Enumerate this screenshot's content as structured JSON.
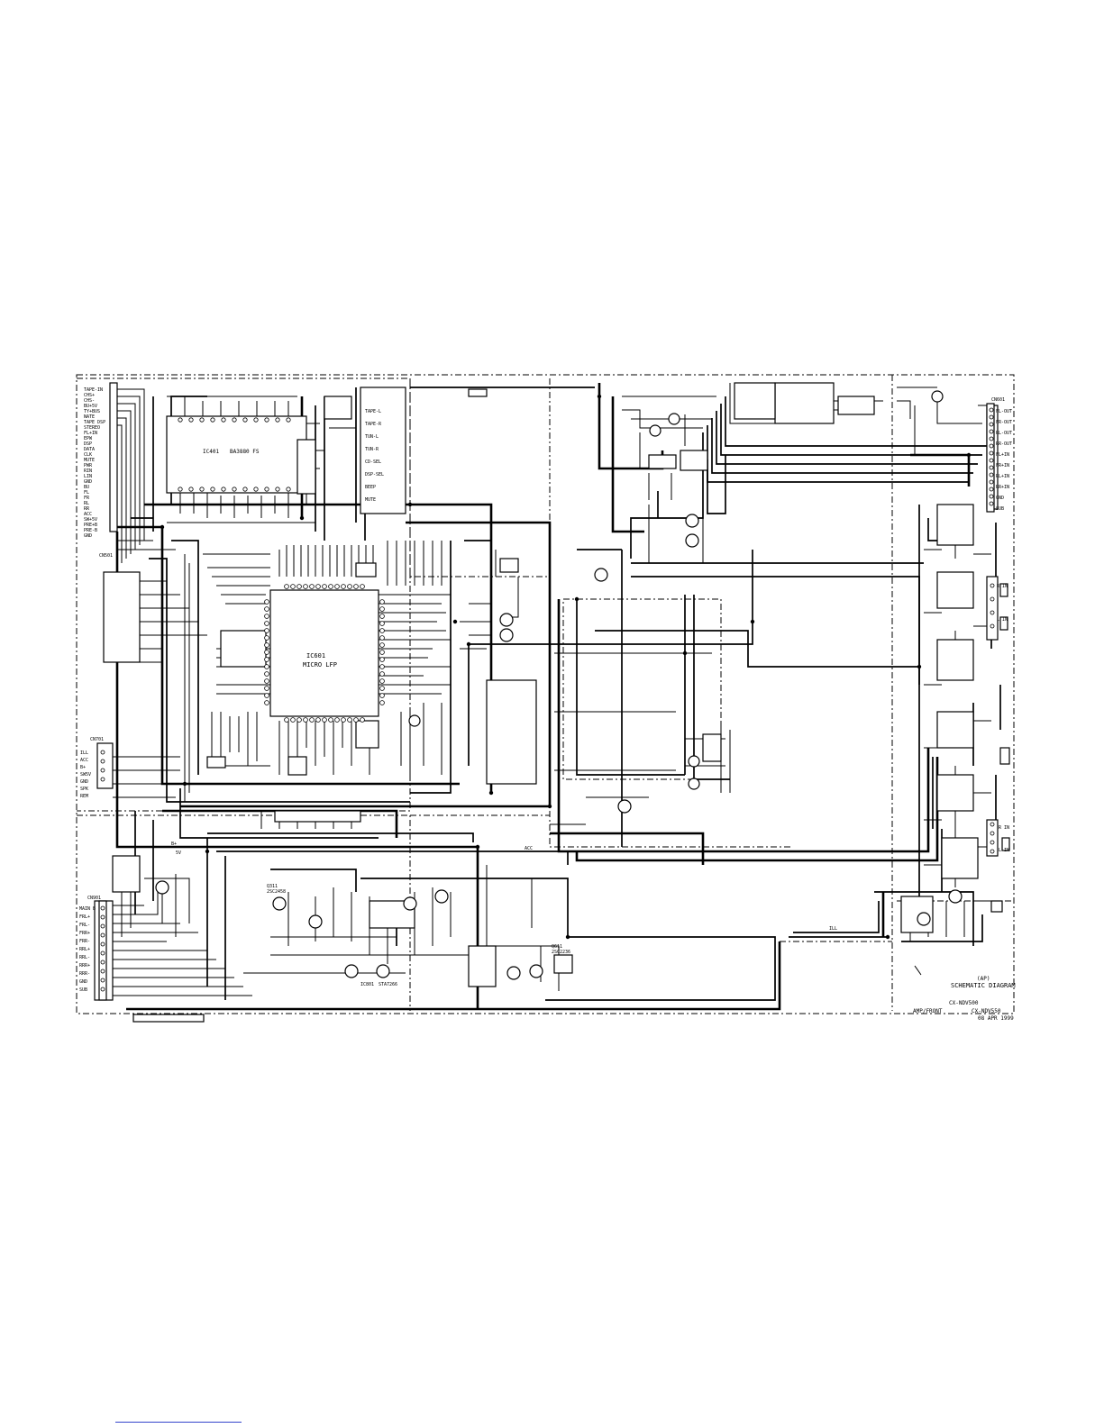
{
  "title_block": {
    "model": "(AP)",
    "title": "SCHEMATIC DIAGRAM",
    "part_a": "CX-NDV500",
    "part_b": "CX-NDV550",
    "board": "AMP/FRONT",
    "date": "08 APR 1999"
  },
  "ics": {
    "ic401": {
      "ref": "IC401",
      "part": "BA3880 FS"
    },
    "ic601": {
      "ref": "IC601",
      "part": "MICRO LFP"
    },
    "q311": {
      "ref": "Q311",
      "part": "2SC2458"
    },
    "ic801": {
      "ref": "IC801",
      "part": "STA7266"
    },
    "q611": {
      "ref": "Q611",
      "part": "2SC2236"
    }
  },
  "connectors": {
    "cn501": "CN501",
    "cn701": "CN701",
    "cn901": "CN901",
    "cn601": "CN601"
  },
  "left_labels": [
    "TAPE-IN",
    "CHS+",
    "CHS-",
    "BU+5V",
    "TY+BUS",
    "NATE",
    "TAPE DSP",
    "STEREO",
    "FL+IN",
    "EPW",
    "DSP",
    "DATA",
    "CLK",
    "MUTE",
    "PWR",
    "RIN",
    "LIN",
    "GND",
    "BU",
    "FL",
    "FR",
    "RL",
    "RR",
    "ACC",
    "SW+5V",
    "PRE+B",
    "PRE-B",
    "GND"
  ],
  "left_lower_labels": [
    "ILL",
    "ACC",
    "B+",
    "SW5V",
    "GND",
    "SPK",
    "REM"
  ],
  "left_bottom_labels": [
    "MAIN B",
    "FRL+",
    "FRL-",
    "FRR+",
    "FRR-",
    "RRL+",
    "RRL-",
    "RRR+",
    "RRR-",
    "GND",
    "SUB"
  ],
  "right_labels": [
    "FL-OUT",
    "FR-OUT",
    "RL-OUT",
    "RR-OUT",
    "FL+IN",
    "FR+IN",
    "RL+IN",
    "RR+IN",
    "GND",
    "SUB"
  ],
  "right_small_labels": [
    "R IN",
    "L IN",
    "R IN",
    "L IN"
  ],
  "mid_labels": [
    "TAPE-L",
    "TAPE-R",
    "TUN-L",
    "TUN-R",
    "CD-SEL",
    "DSP-SEL",
    "BEEP",
    "MUTE"
  ],
  "rail_labels": [
    "B+",
    "5V",
    "ACC",
    "ILL"
  ]
}
